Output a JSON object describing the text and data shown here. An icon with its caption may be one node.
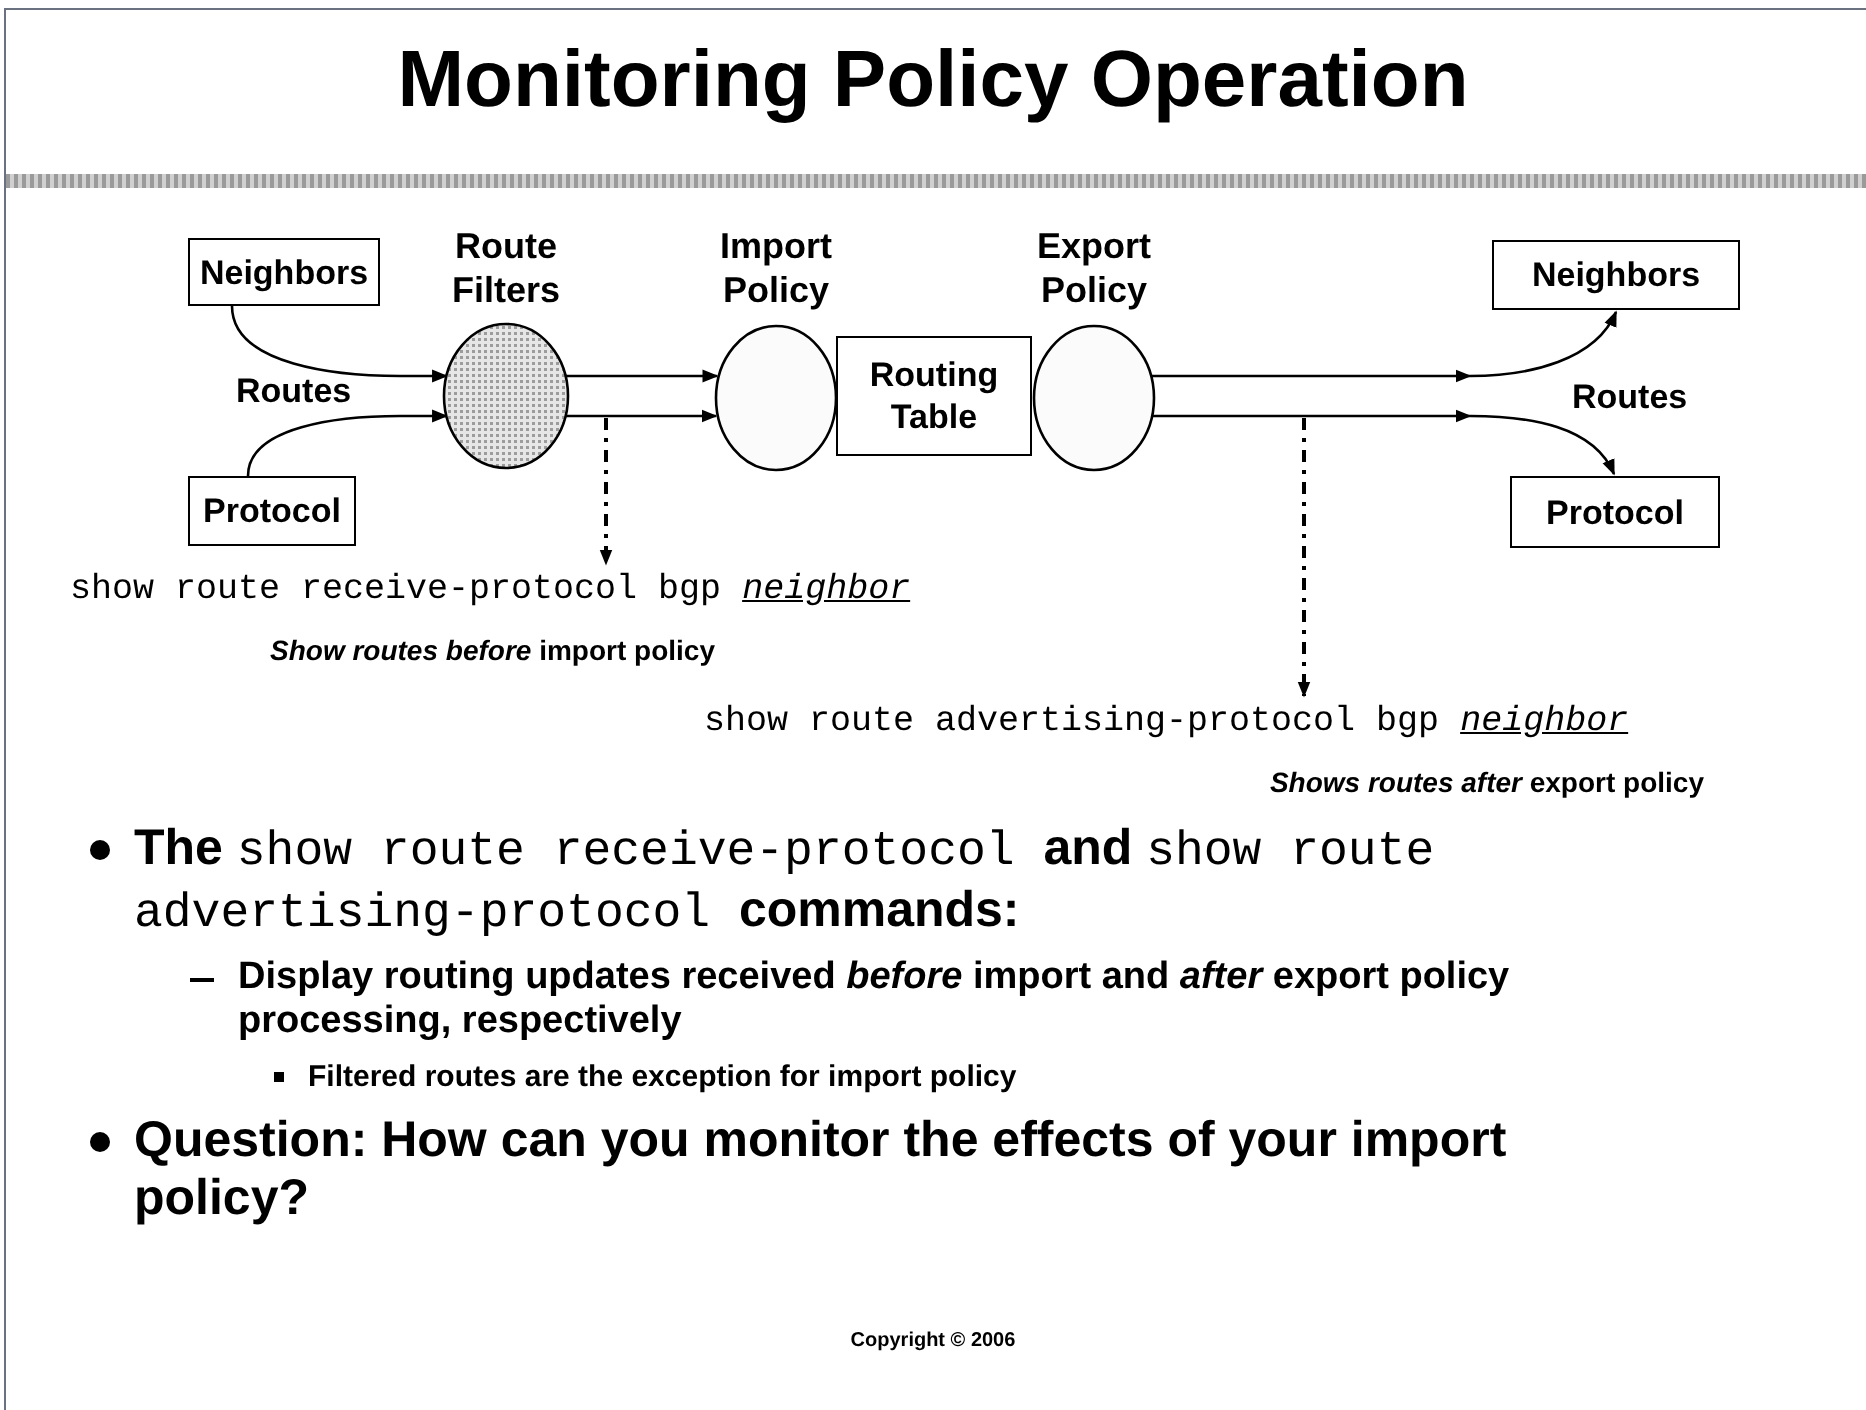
{
  "diagram": {
    "title": "Monitoring Policy Operation",
    "nodes": [
      {
        "text": [
          "Neighbors"
        ]
      },
      {
        "text": [
          "Protocol"
        ]
      },
      {
        "text": [
          "Route Filters"
        ]
      },
      {
        "text": [
          "Import Policy"
        ]
      },
      {
        "text": [
          "Routing Table"
        ]
      },
      {
        "text": [
          "Export Policy"
        ]
      },
      {
        "text": [
          "Neighbors"
        ]
      },
      {
        "text": [
          "Protocol"
        ]
      },
      {
        "text": [
          "show route receive-protocol bgp *neighbor*"
        ],
        "beside": [
          "*Show routes before* import policy"
        ]
      },
      {
        "text": [
          "show route advertising-protocol bgp *neighbor*"
        ],
        "beside": [
          "*Shows routes after* export policy"
        ]
      }
    ],
    "edges": [
      {
        "from": 0,
        "to": 2,
        "arrow": "to"
      },
      {
        "from": 1,
        "to": 2,
        "arrow": "to"
      },
      {
        "from": 2,
        "to": 3,
        "arrow": "to"
      },
      {
        "from": 2,
        "to": 3,
        "arrow": "to"
      },
      {
        "from": 5,
        "to": 6,
        "arrow": "to"
      },
      {
        "from": 5,
        "to": 7,
        "arrow": "to"
      },
      {
        "from": null,
        "to": 8,
        "arrow": "to",
        "style": "dashed"
      },
      {
        "from": null,
        "to": 9,
        "arrow": "to",
        "style": "dashed"
      }
    ],
    "labels": [
      "Routes",
      "Routes",
      "The",
      "show route receive-protocol",
      "and",
      "show route advertising-protocol",
      "commands:",
      "Display routing updates received *before* import and *after* export policy processing, respectively",
      "Filtered routes are the exception for import policy",
      "Question: How can you monitor the effects of your import policy?",
      "Copyright © 2006"
    ]
  }
}
